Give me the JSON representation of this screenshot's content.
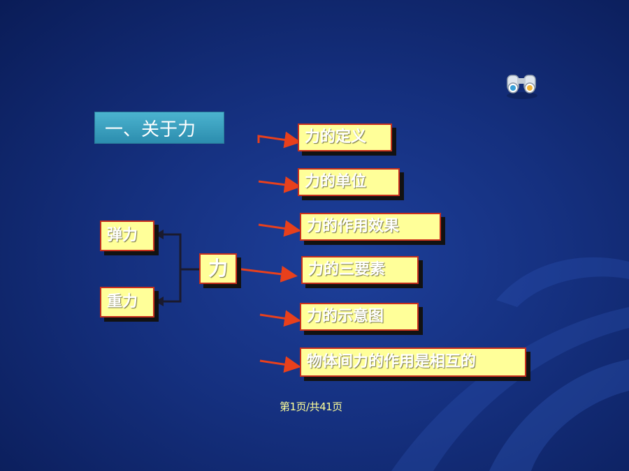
{
  "slide": {
    "title": "一、关于力",
    "center_node": "力",
    "left_nodes": [
      "弹力",
      "重力"
    ],
    "right_nodes": [
      "力的定义",
      "力的单位",
      "力的作用效果",
      "力的三要素",
      "力的示意图",
      "物体间力的作用是相互的"
    ],
    "page_number": "第1页/共41页"
  },
  "colors": {
    "background": "#15307f",
    "box_fill": "#ffff99",
    "box_border": "#c9301d",
    "arrow": "#e8401c",
    "title_fill": "#3aa3c2",
    "page_number": "#ffff99"
  },
  "icons": {
    "corner": "binoculars-icon"
  }
}
